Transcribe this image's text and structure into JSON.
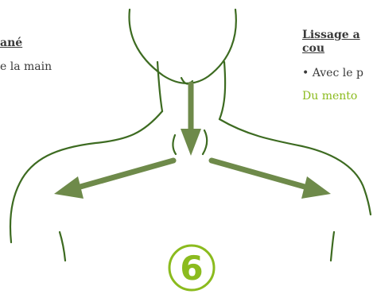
{
  "left_panel": {
    "heading": "ané",
    "text": "e la main"
  },
  "right_panel": {
    "heading_line1": "Lissage a",
    "heading_line2": "cou",
    "bullet_text": "• Avec le p",
    "green_text": "Du mento"
  },
  "step": {
    "number": "6"
  },
  "colors": {
    "arrow": "#6e8a4a",
    "accent_green": "#8bbb1e",
    "outline": "#3d6b21",
    "text": "#3a3a3a"
  }
}
